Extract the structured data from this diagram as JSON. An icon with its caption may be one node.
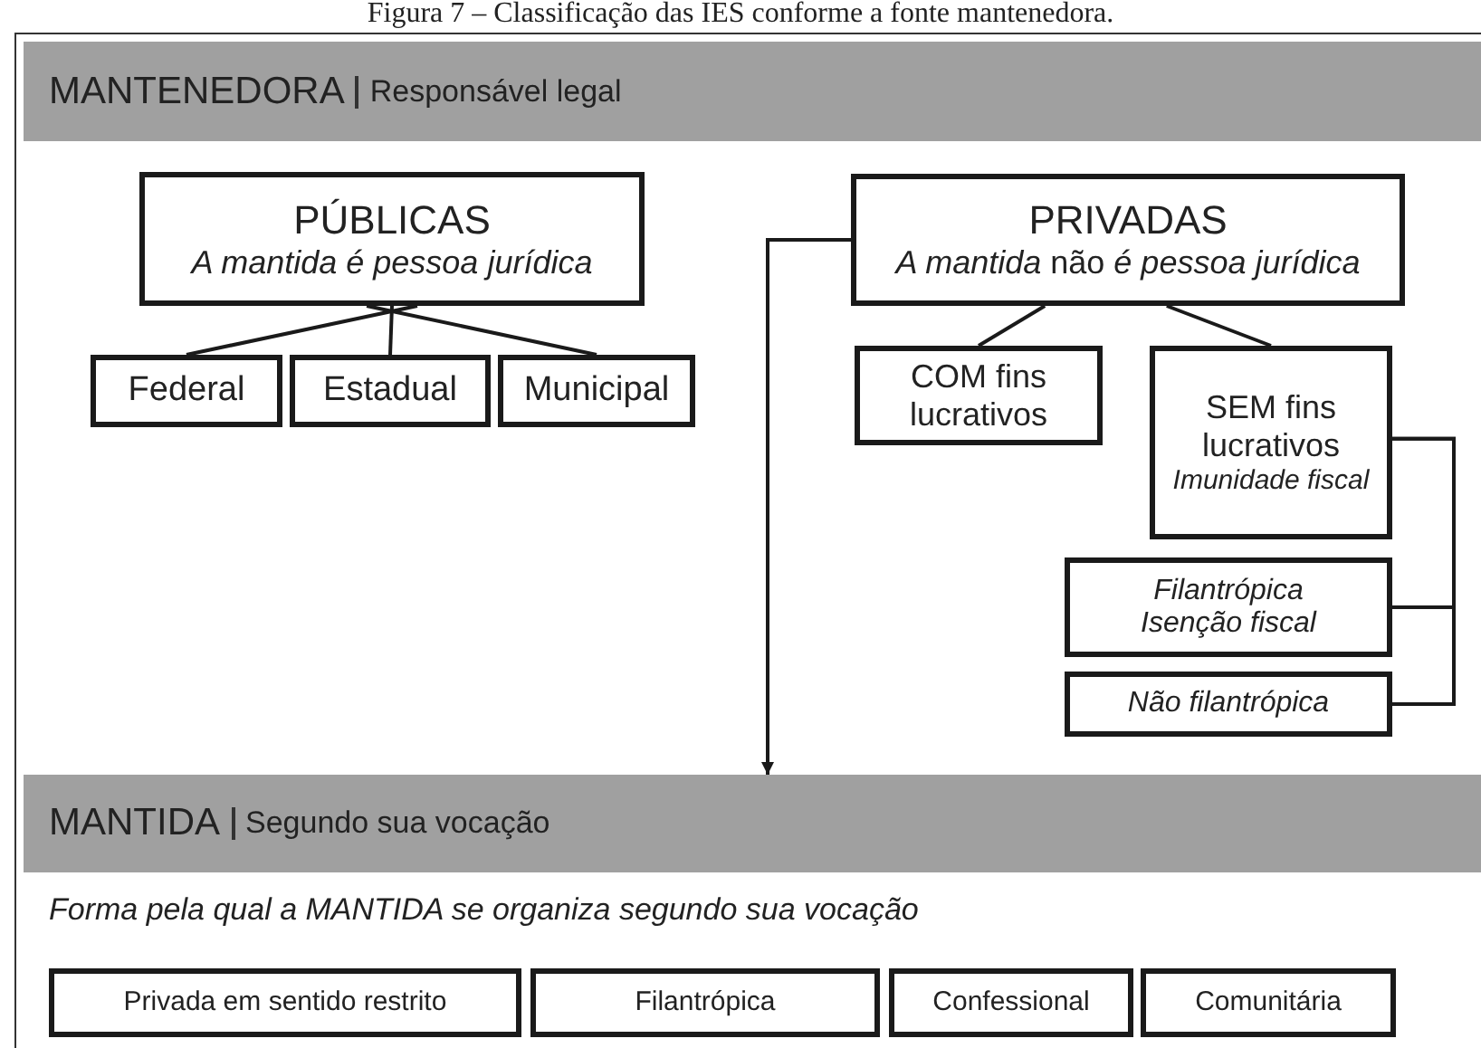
{
  "diagram": {
    "title": "Figura 7 – Classificação das IES conforme a fonte mantenedora.",
    "nodes": [
      {
        "text": [
          "MANTENEDORA",
          "Responsável legal"
        ]
      },
      {
        "text": [
          "PÚBLICAS",
          "A mantida é pessoa jurídica"
        ]
      },
      {
        "text": [
          "Federal"
        ]
      },
      {
        "text": [
          "Estadual"
        ]
      },
      {
        "text": [
          "Municipal"
        ]
      },
      {
        "text": [
          "PRIVADAS",
          "*A mantida* não *é pessoa jurídica*"
        ]
      },
      {
        "text": [
          "COM fins lucrativos"
        ]
      },
      {
        "text": [
          "SEM fins lucrativos",
          "Imunidade fiscal"
        ]
      },
      {
        "text": [
          "Filantrópica",
          "Isenção fiscal"
        ]
      },
      {
        "text": [
          "Não filantrópica"
        ]
      },
      {
        "text": [
          "MANTIDA",
          "Segundo sua vocação"
        ]
      },
      {
        "text": [
          "Privada em sentido restrito"
        ]
      },
      {
        "text": [
          "Filantrópica"
        ]
      },
      {
        "text": [
          "Confessional"
        ]
      },
      {
        "text": [
          "Comunitária"
        ]
      }
    ],
    "edges": [
      {
        "from": 1,
        "to": 2,
        "arrow": "none"
      },
      {
        "from": 1,
        "to": 3,
        "arrow": "none"
      },
      {
        "from": 1,
        "to": 4,
        "arrow": "none"
      },
      {
        "from": 5,
        "to": 6,
        "arrow": "none"
      },
      {
        "from": 5,
        "to": 7,
        "arrow": "none"
      },
      {
        "from": 7,
        "to": 8,
        "arrow": "none"
      },
      {
        "from": 7,
        "to": 9,
        "arrow": "none"
      },
      {
        "from": 5,
        "to": 10,
        "arrow": "to"
      }
    ],
    "labels": [
      "Forma pela qual a MANTIDA se organiza segundo sua vocação"
    ]
  }
}
